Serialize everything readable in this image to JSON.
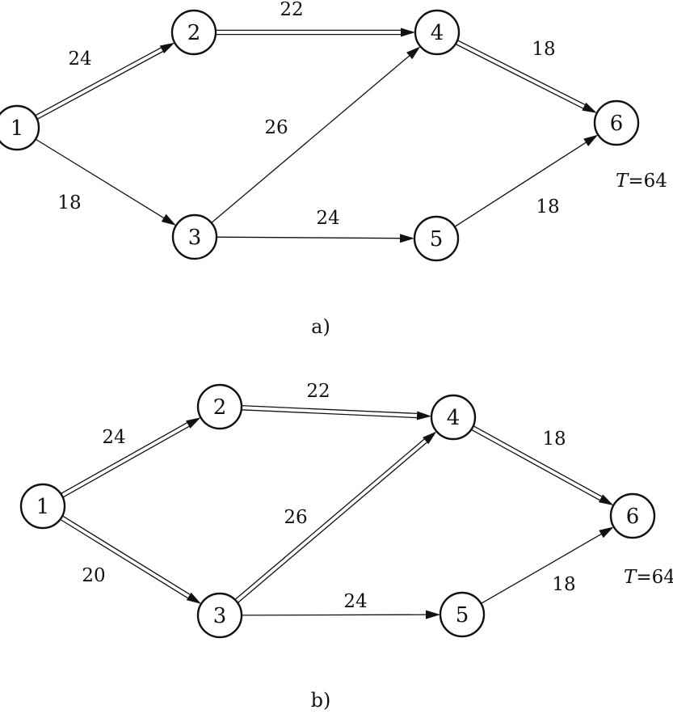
{
  "diagrams": [
    {
      "caption": "a)",
      "total": {
        "var": "T",
        "rest": "=64"
      },
      "nodes": [
        {
          "id": "1",
          "label": "1"
        },
        {
          "id": "2",
          "label": "2"
        },
        {
          "id": "3",
          "label": "3"
        },
        {
          "id": "4",
          "label": "4"
        },
        {
          "id": "5",
          "label": "5"
        },
        {
          "id": "6",
          "label": "6"
        }
      ],
      "edges": [
        {
          "from": "1",
          "to": "2",
          "duration": "24",
          "critical": true
        },
        {
          "from": "1",
          "to": "3",
          "duration": "18",
          "critical": false
        },
        {
          "from": "2",
          "to": "4",
          "duration": "22",
          "critical": true
        },
        {
          "from": "3",
          "to": "4",
          "duration": "26",
          "critical": false
        },
        {
          "from": "3",
          "to": "5",
          "duration": "24",
          "critical": false
        },
        {
          "from": "4",
          "to": "6",
          "duration": "18",
          "critical": true
        },
        {
          "from": "5",
          "to": "6",
          "duration": "18",
          "critical": false
        }
      ]
    },
    {
      "caption": "b)",
      "total": {
        "var": "T",
        "rest": "=64"
      },
      "nodes": [
        {
          "id": "1",
          "label": "1"
        },
        {
          "id": "2",
          "label": "2"
        },
        {
          "id": "3",
          "label": "3"
        },
        {
          "id": "4",
          "label": "4"
        },
        {
          "id": "5",
          "label": "5"
        },
        {
          "id": "6",
          "label": "6"
        }
      ],
      "edges": [
        {
          "from": "1",
          "to": "2",
          "duration": "24",
          "critical": true
        },
        {
          "from": "1",
          "to": "3",
          "duration": "20",
          "critical": true
        },
        {
          "from": "2",
          "to": "4",
          "duration": "22",
          "critical": true
        },
        {
          "from": "3",
          "to": "4",
          "duration": "26",
          "critical": true
        },
        {
          "from": "3",
          "to": "5",
          "duration": "24",
          "critical": false
        },
        {
          "from": "4",
          "to": "6",
          "duration": "18",
          "critical": true
        },
        {
          "from": "5",
          "to": "6",
          "duration": "18",
          "critical": false
        }
      ]
    }
  ]
}
